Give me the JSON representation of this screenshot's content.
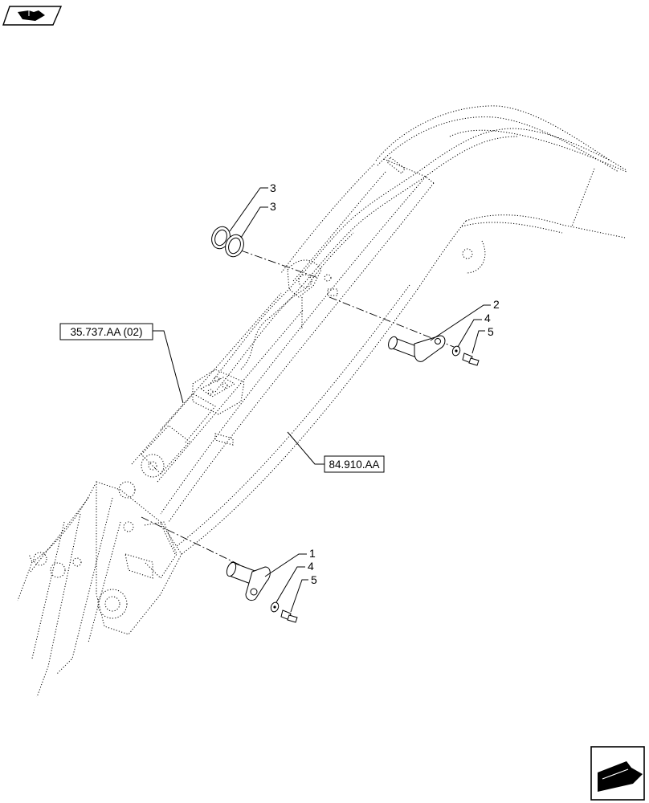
{
  "diagram": {
    "reference_boxes": {
      "hydraulic_ref": "35.737.AA (02)",
      "boom_ref": "84.910.AA"
    },
    "callouts": {
      "c1": "1",
      "c2": "2",
      "c3a": "3",
      "c3b": "3",
      "c4a": "4",
      "c4b": "4",
      "c5a": "5",
      "c5b": "5"
    }
  },
  "icons": {
    "top_left": "book-arrow-icon",
    "bottom_right": "next-page-arrow-icon"
  }
}
